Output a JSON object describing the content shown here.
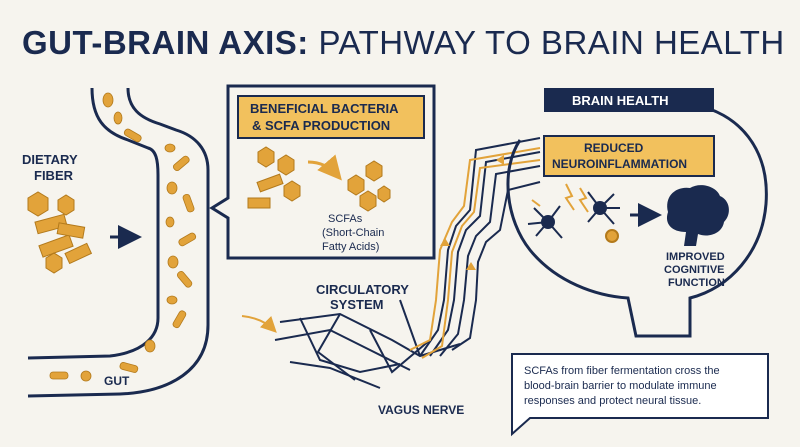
{
  "title": {
    "bold": "GUT-BRAIN AXIS:",
    "rest": " PATHWAY TO BRAIN HEALTH"
  },
  "labels": {
    "dietary_fiber": [
      "DIETARY",
      "FIBER"
    ],
    "gut": "GUT",
    "bacteria_box": [
      "BENEFICIAL BACTERIA",
      "& SCFA PRODUCTION"
    ],
    "scfa": [
      "SCFAs",
      "(Short-Chain",
      "Fatty Acids)"
    ],
    "circulatory": [
      "CIRCULATORY",
      "SYSTEM"
    ],
    "vagus": "VAGUS NERVE",
    "brain_health": "BRAIN HEALTH",
    "reduced": [
      "REDUCED",
      "NEUROINFLAMMATION"
    ],
    "improved": [
      "IMPROVED",
      "COGNITIVE",
      "FUNCTION"
    ],
    "summary": [
      "SCFAs from fiber fermentation cross the",
      "blood-brain barrier to modulate immune",
      "responses and protect neural tissue."
    ]
  },
  "colors": {
    "navy": "#1a2a4f",
    "gold": "#e2a33a",
    "gold_light": "#f2c15d",
    "paper": "#f6f4ee",
    "box_fill": "#f8d27a"
  },
  "icons": [
    "fiber-hexagon-icon",
    "bacteria-icon",
    "scfa-molecule-icon",
    "neuron-icon",
    "brain-icon",
    "lightning-icon",
    "arrow-icon"
  ]
}
